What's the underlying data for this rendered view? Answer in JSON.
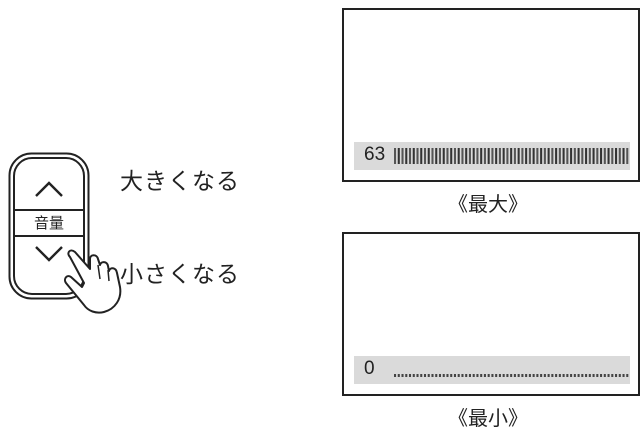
{
  "remote": {
    "button_label": "音量",
    "up_icon": "chevron-up-icon",
    "down_icon": "chevron-down-icon",
    "hand_icon": "pointing-hand-icon",
    "up_label": "大きくなる",
    "down_label": "小さくなる"
  },
  "screens": {
    "max": {
      "value": "63",
      "level": 1.0,
      "caption": "《最大》"
    },
    "min": {
      "value": "0",
      "level": 0.0,
      "caption": "《最小》"
    }
  }
}
